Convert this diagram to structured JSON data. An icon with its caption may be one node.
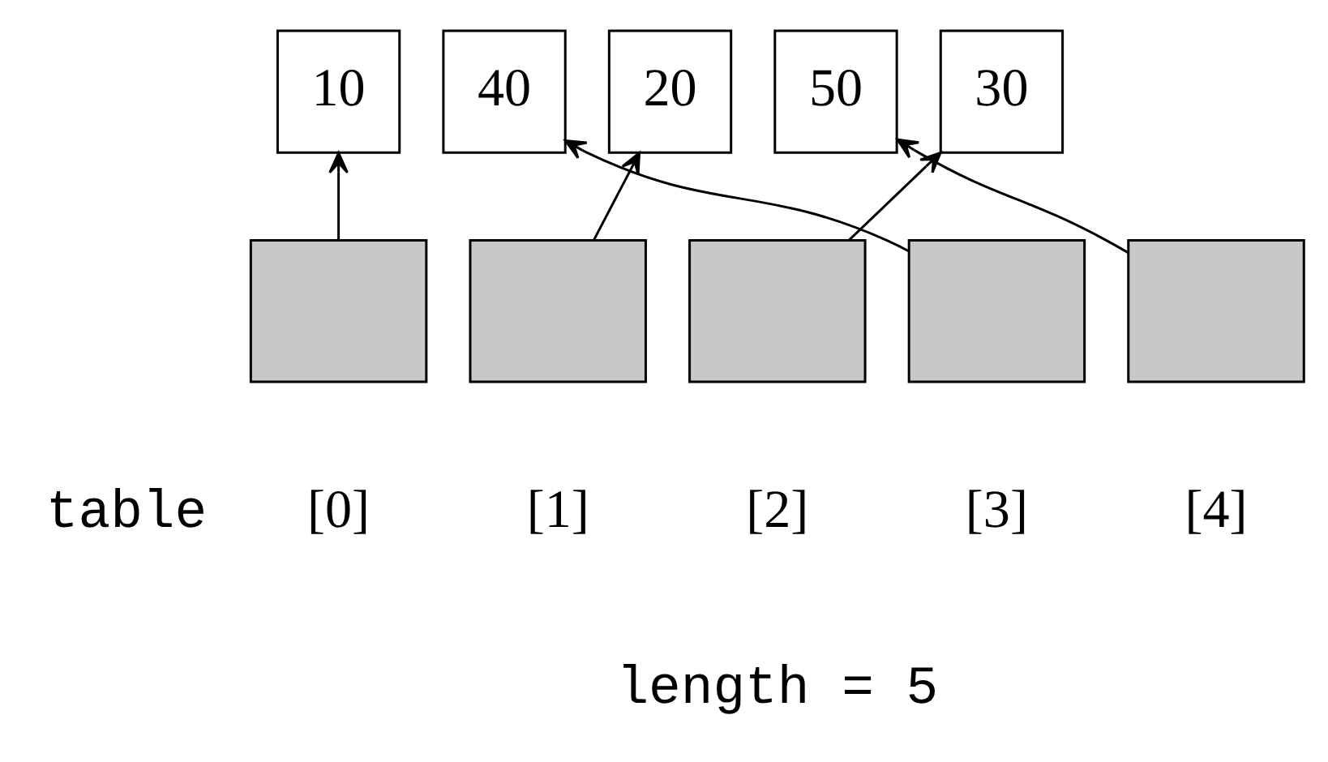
{
  "diagram": {
    "nodes": [
      {
        "text": [
          "10"
        ]
      },
      {
        "text": [
          "40"
        ]
      },
      {
        "text": [
          "20"
        ]
      },
      {
        "text": [
          "50"
        ]
      },
      {
        "text": [
          "30"
        ]
      },
      {
        "text": [],
        "shape": "box",
        "beside": [
          "[0]"
        ]
      },
      {
        "text": [],
        "shape": "box",
        "beside": [
          "[1]"
        ]
      },
      {
        "text": [],
        "shape": "box",
        "beside": [
          "[2]"
        ]
      },
      {
        "text": [],
        "shape": "box",
        "beside": [
          "[3]"
        ]
      },
      {
        "text": [],
        "shape": "box",
        "beside": [
          "[4]"
        ]
      }
    ],
    "edges": [
      {
        "from": 5,
        "to": 0,
        "arrow": "to"
      },
      {
        "from": 6,
        "to": 2,
        "arrow": "to"
      },
      {
        "from": 7,
        "to": 4,
        "arrow": "to"
      },
      {
        "from": 8,
        "to": 1,
        "arrow": "to"
      },
      {
        "from": 9,
        "to": 3,
        "arrow": "to"
      }
    ],
    "labels": [
      "table",
      "length = 5"
    ]
  }
}
